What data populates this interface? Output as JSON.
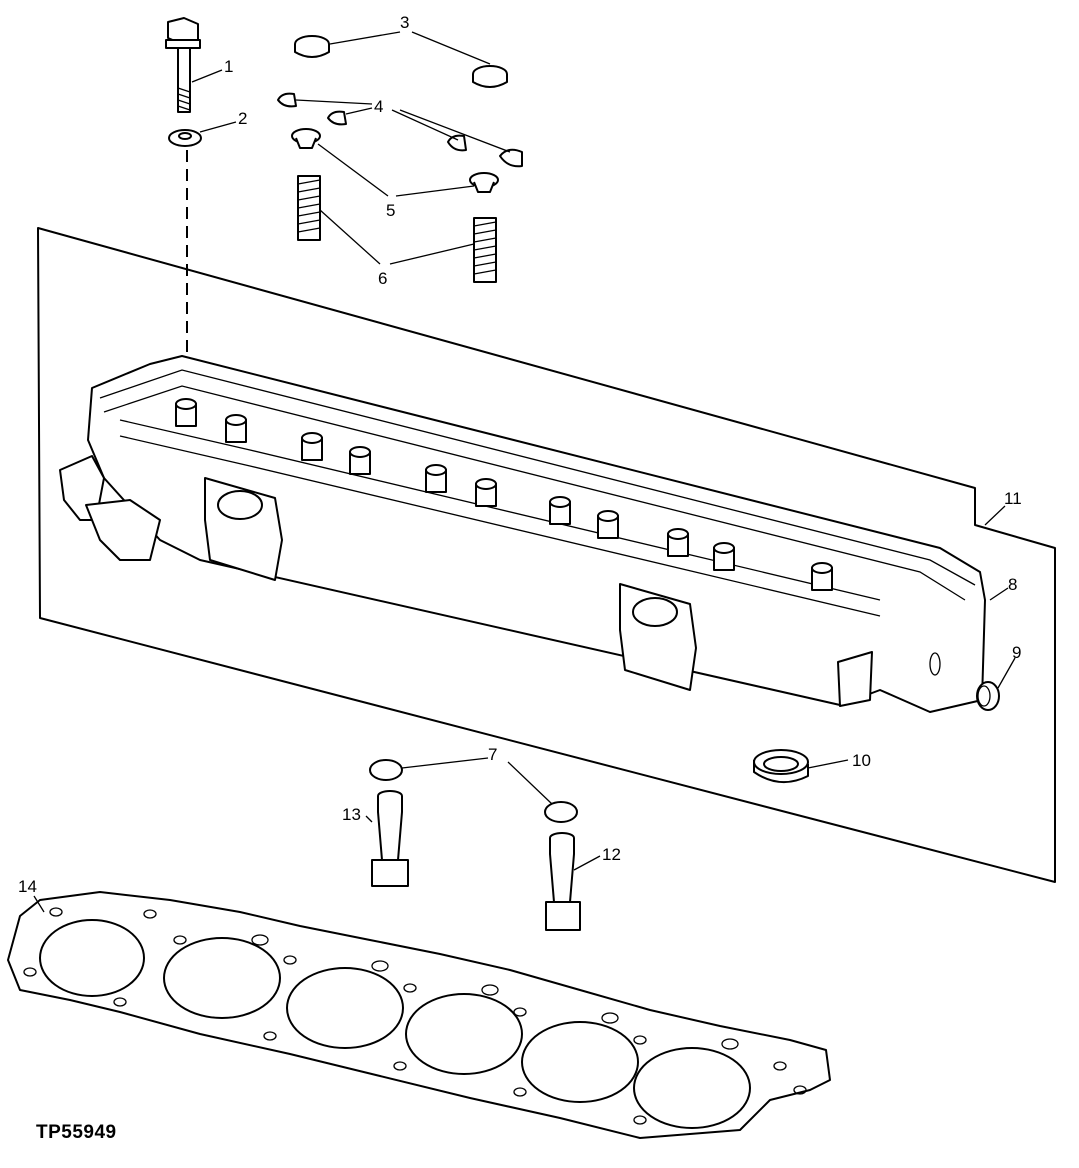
{
  "figure_id": "TP55949",
  "callouts": [
    {
      "id": "1",
      "label": "1"
    },
    {
      "id": "2",
      "label": "2"
    },
    {
      "id": "3",
      "label": "3"
    },
    {
      "id": "4",
      "label": "4"
    },
    {
      "id": "5",
      "label": "5"
    },
    {
      "id": "6",
      "label": "6"
    },
    {
      "id": "7",
      "label": "7"
    },
    {
      "id": "8",
      "label": "8"
    },
    {
      "id": "9",
      "label": "9"
    },
    {
      "id": "10",
      "label": "10"
    },
    {
      "id": "11",
      "label": "11"
    },
    {
      "id": "12",
      "label": "12"
    },
    {
      "id": "13",
      "label": "13"
    },
    {
      "id": "14",
      "label": "14"
    }
  ]
}
